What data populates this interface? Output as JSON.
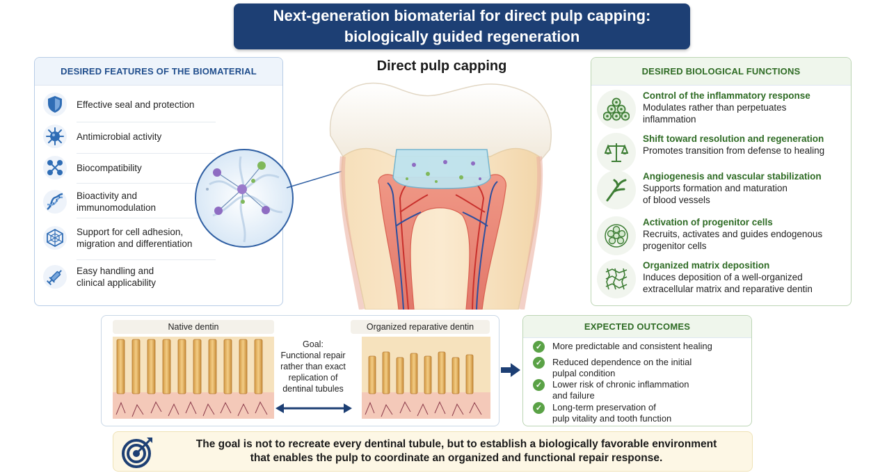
{
  "title": {
    "line1": "Next-generation biomaterial for direct pulp capping:",
    "line2": "biologically guided regeneration"
  },
  "center_title": "Direct pulp capping",
  "features": {
    "header": "DESIRED FEATURES OF THE BIOMATERIAL",
    "items": [
      {
        "icon": "shield-icon",
        "text": "Effective seal and protection"
      },
      {
        "icon": "microbe-icon",
        "text": "Antimicrobial activity"
      },
      {
        "icon": "molecule-icon",
        "text": "Biocompatibility"
      },
      {
        "icon": "dna-icon",
        "text": "Bioactivity and immunomodulation"
      },
      {
        "icon": "scaffold-icon",
        "text": "Support for cell adhesion, migration and differentiation"
      },
      {
        "icon": "syringe-icon",
        "text": "Easy handling and clinical applicability"
      }
    ]
  },
  "functions": {
    "header": "DESIRED BIOLOGICAL FUNCTIONS",
    "items": [
      {
        "icon": "cells-icon",
        "title": "Control of the inflammatory response",
        "desc": "Modulates rather than perpetuates inflammation"
      },
      {
        "icon": "balance-scale-icon",
        "title": "Shift toward resolution and regeneration",
        "desc": "Promotes transition from defense to healing"
      },
      {
        "icon": "blood-vessel-icon",
        "title": "Angiogenesis and vascular stabilization",
        "desc": "Supports formation and maturation of blood vessels"
      },
      {
        "icon": "progenitor-cells-icon",
        "title": "Activation of progenitor cells",
        "desc": "Recruits, activates and guides endogenous progenitor cells"
      },
      {
        "icon": "matrix-network-icon",
        "title": "Organized matrix deposition",
        "desc": "Induces deposition of a well-organized extracellular matrix and reparative dentin"
      }
    ]
  },
  "dentin": {
    "native_label": "Native dentin",
    "reparative_label": "Organized reparative dentin",
    "goal_lines": [
      "Goal:",
      "Functional repair",
      "rather than exact",
      "replication of",
      "dentinal tubules"
    ]
  },
  "outcomes": {
    "header": "EXPECTED OUTCOMES",
    "items": [
      [
        "More predictable and consistent healing"
      ],
      [
        "Reduced dependence on the initial",
        "pulpal condition"
      ],
      [
        "Lower risk of chronic inflammation",
        "and failure"
      ],
      [
        "Long-term preservation of",
        "pulp vitality and tooth function"
      ]
    ]
  },
  "footer": {
    "line1": "The goal is not to recreate every dentinal tubule, but to establish a biologically favorable environment",
    "line2": "that enables the pulp to coordinate an organized and functional repair response."
  },
  "colors": {
    "title_bg": "#1d3f74",
    "feature_accent": "#1f4d8c",
    "function_accent": "#2e6b24",
    "check_green": "#5aa246"
  }
}
